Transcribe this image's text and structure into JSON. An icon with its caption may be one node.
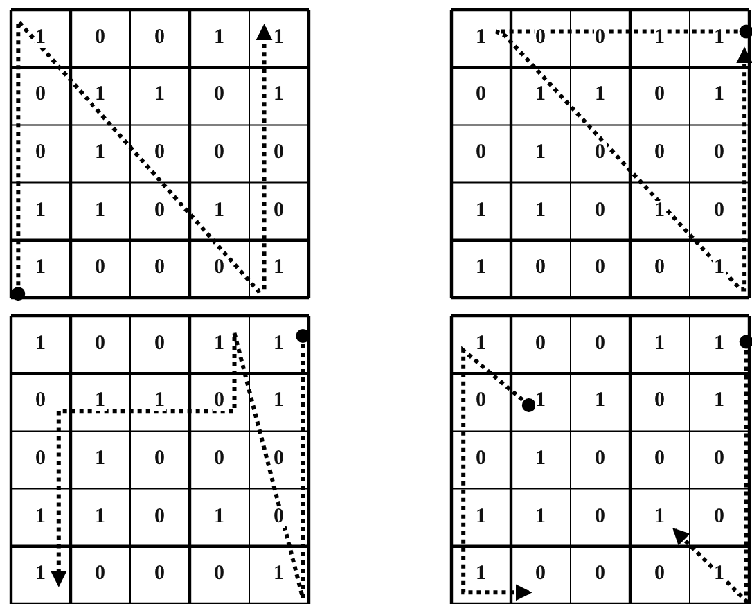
{
  "diagram": {
    "labels": [
      "1",
      "0",
      "0",
      "1",
      "1",
      "0",
      "1",
      "1",
      "0",
      "1",
      "0",
      "1",
      "0",
      "0",
      "0",
      "1",
      "1",
      "0",
      "1",
      "0",
      "1",
      "0",
      "0",
      "0",
      "1",
      "1",
      "0",
      "0",
      "1",
      "1",
      "0",
      "1",
      "1",
      "0",
      "1",
      "0",
      "1",
      "0",
      "0",
      "0",
      "1",
      "1",
      "0",
      "1",
      "0",
      "1",
      "0",
      "0",
      "0",
      "1",
      "1",
      "0",
      "0",
      "1",
      "1",
      "0",
      "1",
      "1",
      "0",
      "1",
      "0",
      "1",
      "0",
      "0",
      "0",
      "1",
      "1",
      "0",
      "1",
      "0",
      "1",
      "0",
      "0",
      "0",
      "1",
      "1",
      "0",
      "0",
      "1",
      "1",
      "0",
      "1",
      "1",
      "0",
      "1",
      "0",
      "1",
      "0",
      "0",
      "0",
      "1",
      "1",
      "0",
      "1",
      "0",
      "1",
      "0",
      "0",
      "0",
      "1"
    ]
  }
}
